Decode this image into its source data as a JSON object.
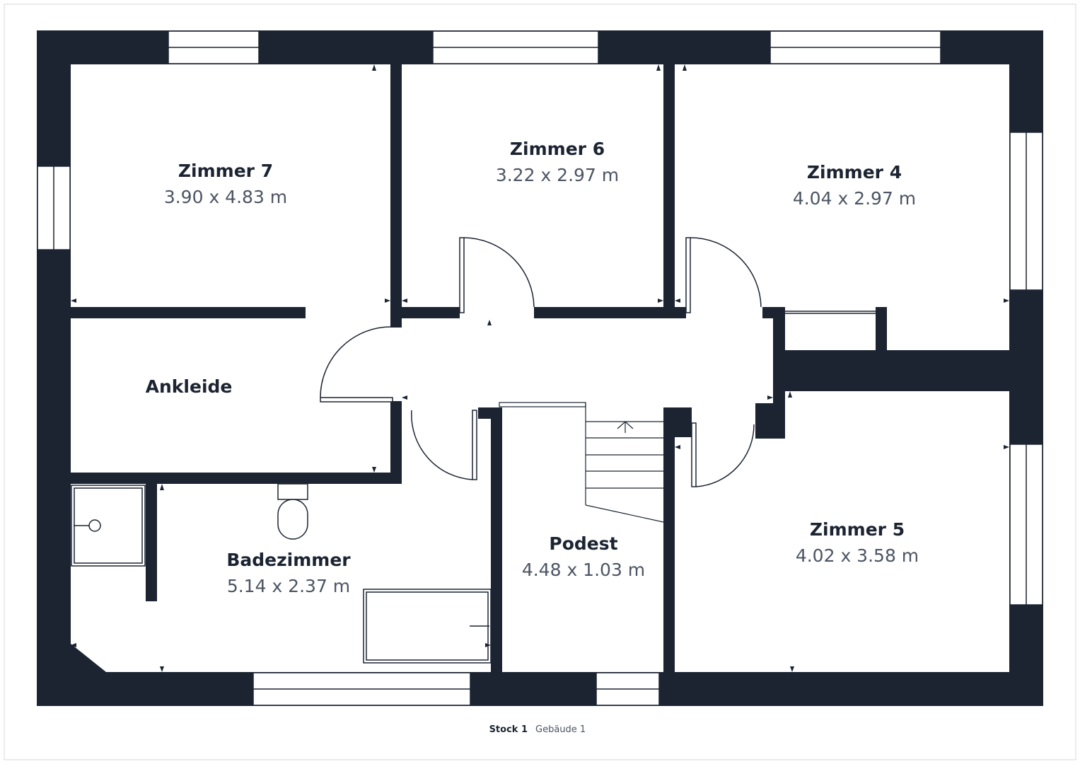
{
  "colors": {
    "wall": "#1c2432",
    "background": "#ffffff",
    "frame": "#d9d9d9",
    "dimension_text": "#4c5564"
  },
  "rooms": {
    "zimmer7": {
      "name": "Zimmer 7",
      "dimensions": "3.90 x 4.83 m"
    },
    "zimmer6": {
      "name": "Zimmer 6",
      "dimensions": "3.22 x 2.97 m"
    },
    "zimmer4": {
      "name": "Zimmer 4",
      "dimensions": "4.04 x 2.97 m"
    },
    "ankleide": {
      "name": "Ankleide"
    },
    "podest": {
      "name": "Podest",
      "dimensions": "4.48 x 1.03 m"
    },
    "zimmer5": {
      "name": "Zimmer 5",
      "dimensions": "4.02 x 3.58 m"
    },
    "badezimmer": {
      "name": "Badezimmer",
      "dimensions": "5.14 x 2.37 m"
    }
  },
  "footer": {
    "floor": "Stock 1",
    "building": "Gebäude 1"
  }
}
